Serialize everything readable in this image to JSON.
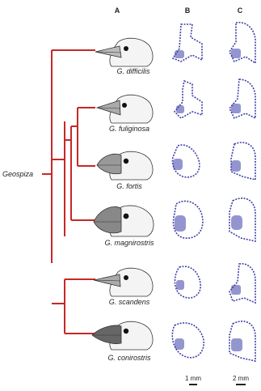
{
  "columns": {
    "a": "A",
    "b": "B",
    "c": "C"
  },
  "genus": "Geospiza",
  "species": [
    {
      "label": "G. difficilis"
    },
    {
      "label": "G. fuliginosa"
    },
    {
      "label": "G. fortis"
    },
    {
      "label": "G. magnirostris"
    },
    {
      "label": "G. scandens"
    },
    {
      "label": "G. conirostris"
    }
  ],
  "scale_bars": {
    "b": "1 mm",
    "c": "2 mm"
  },
  "colors": {
    "tree": "#c62828",
    "stain": "#3d3fa8",
    "ink": "#333333"
  }
}
